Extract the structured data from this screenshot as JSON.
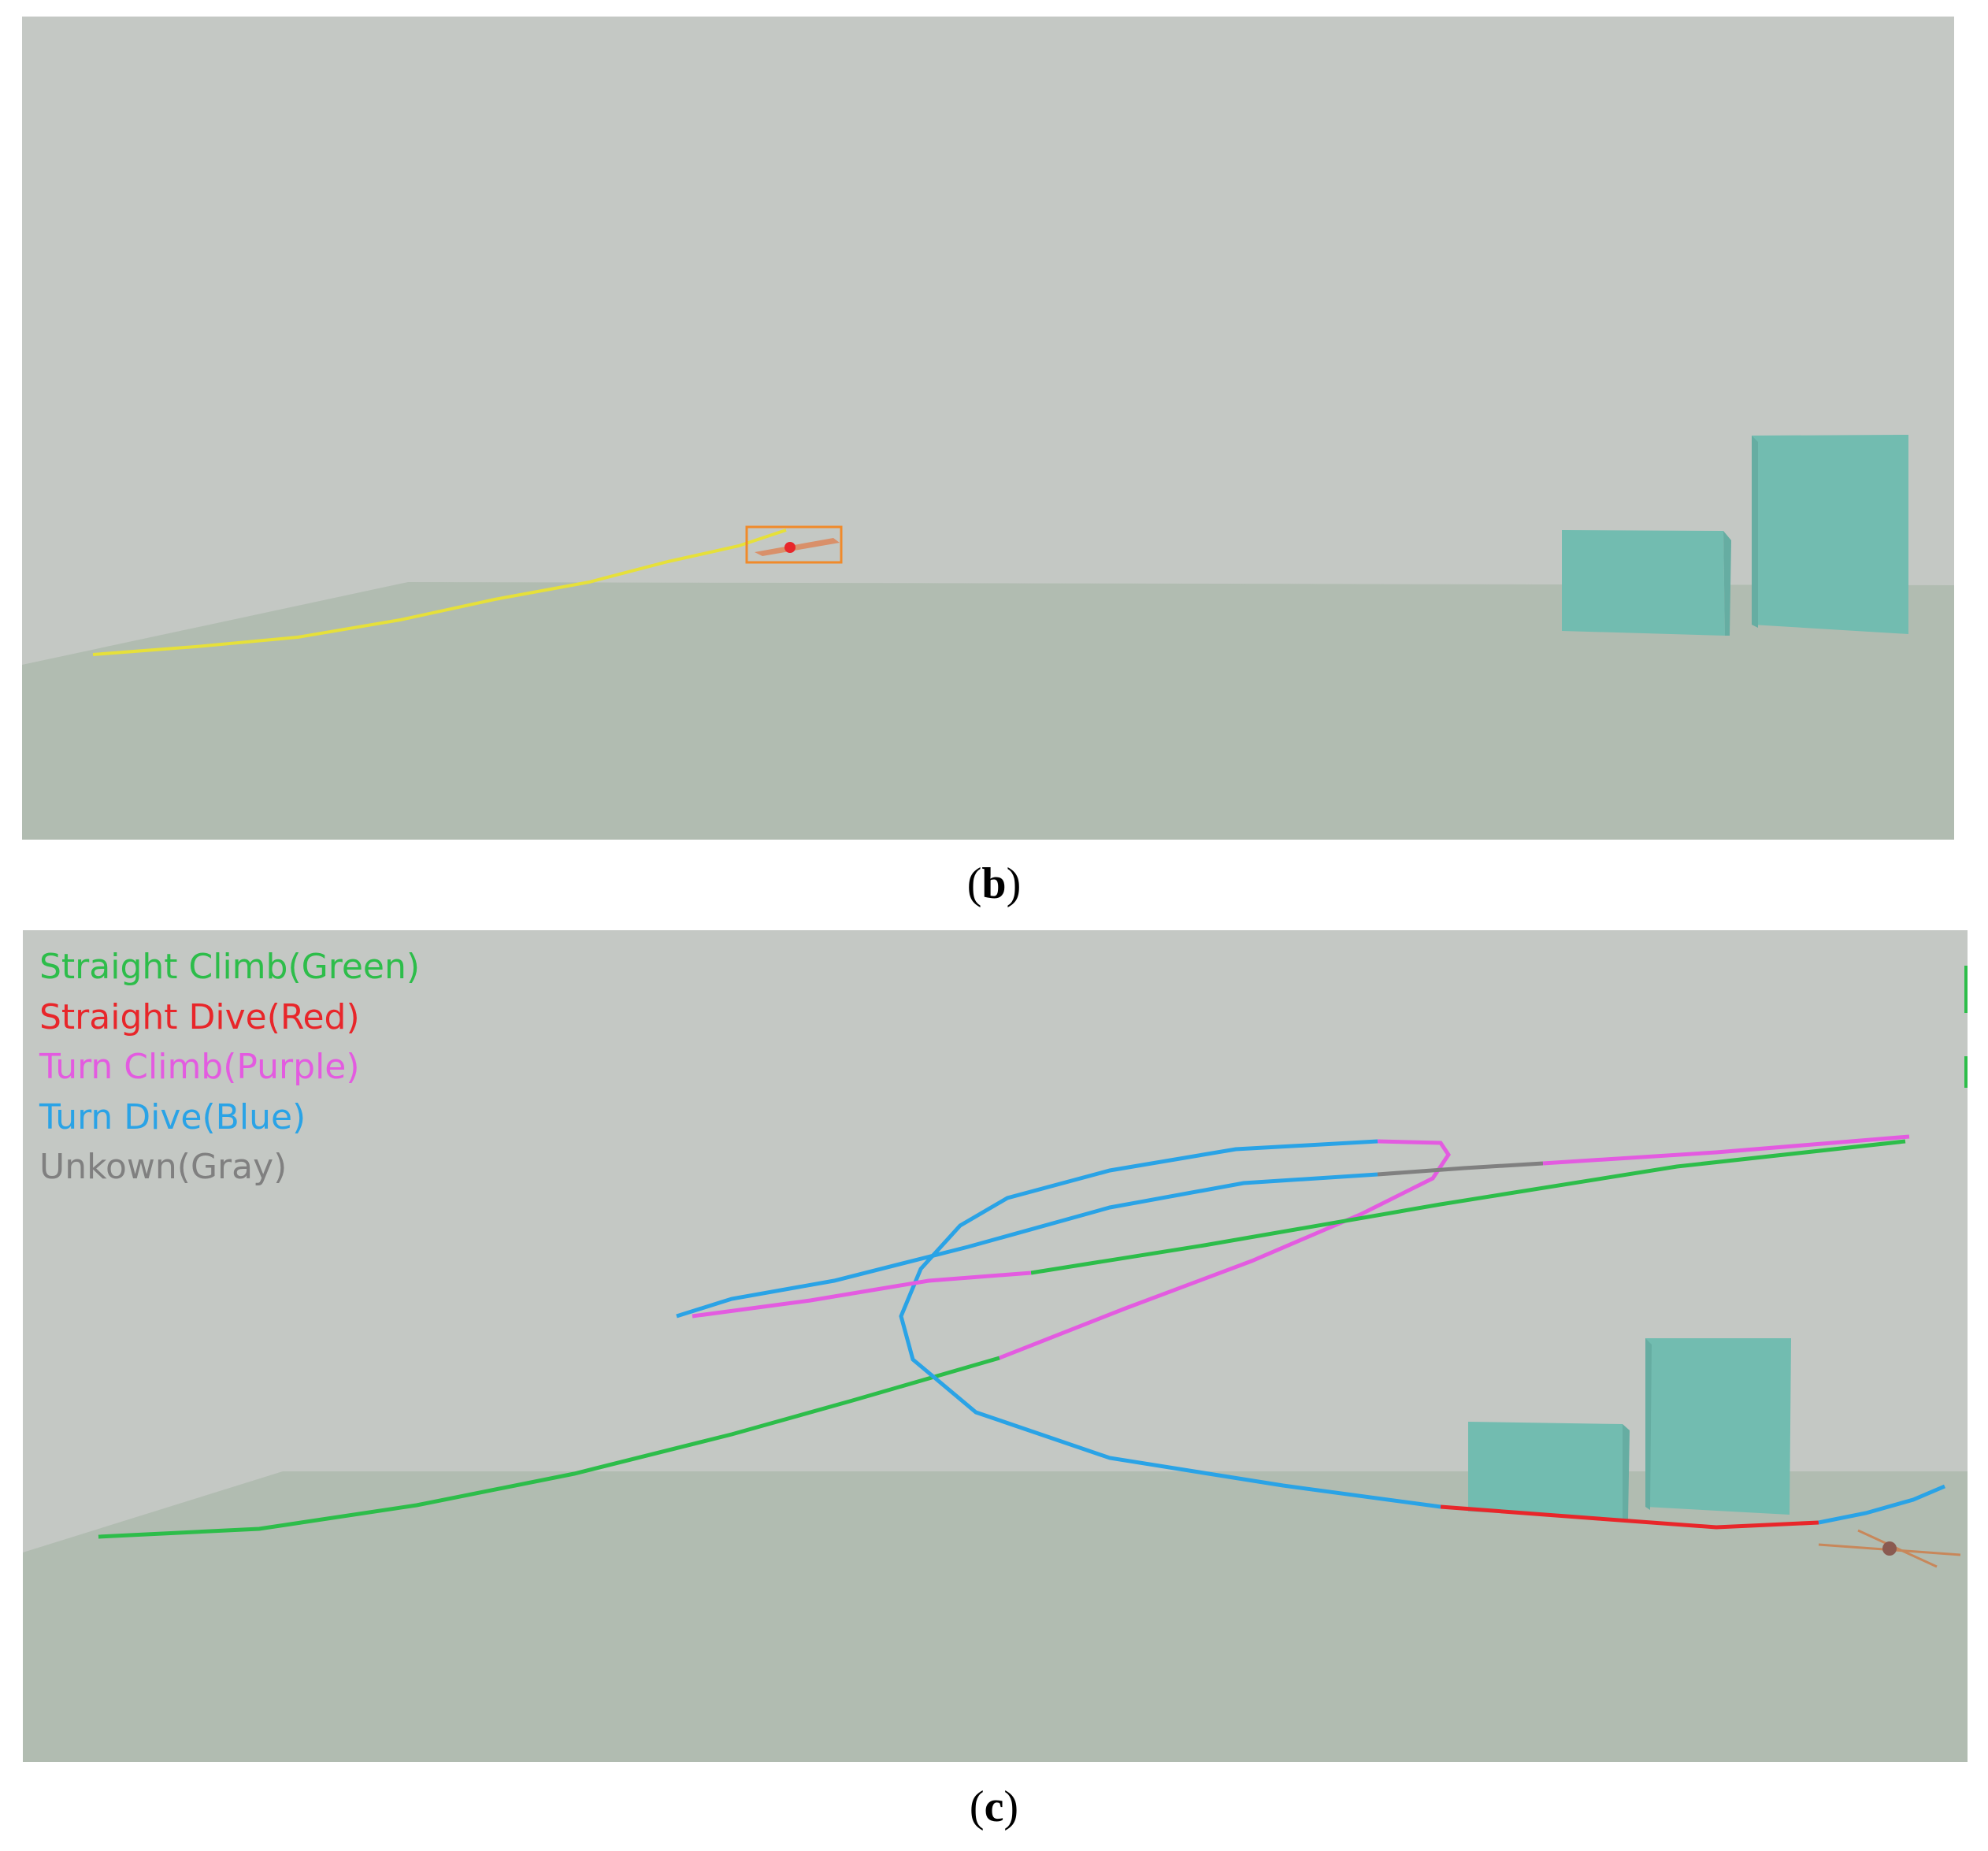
{
  "panels": [
    {
      "caption_letter": "b"
    },
    {
      "caption_letter": "c"
    }
  ],
  "legend": [
    {
      "label": "Straight Climb(Green)",
      "color": "#2dbd4a"
    },
    {
      "label": "Straight Dive(Red)",
      "color": "#e8262a"
    },
    {
      "label": "Turn Climb(Purple)",
      "color": "#e35be0"
    },
    {
      "label": "Turn Dive(Blue)",
      "color": "#2aa3e6"
    },
    {
      "label": "Unkown(Gray)",
      "color": "#808080"
    }
  ],
  "colors": {
    "sky": "#c4c8c4",
    "ground": "#b1bcb1",
    "building": "#72bcb0",
    "trail_b": "#e6e03a",
    "target_box": "#f08a2a"
  }
}
